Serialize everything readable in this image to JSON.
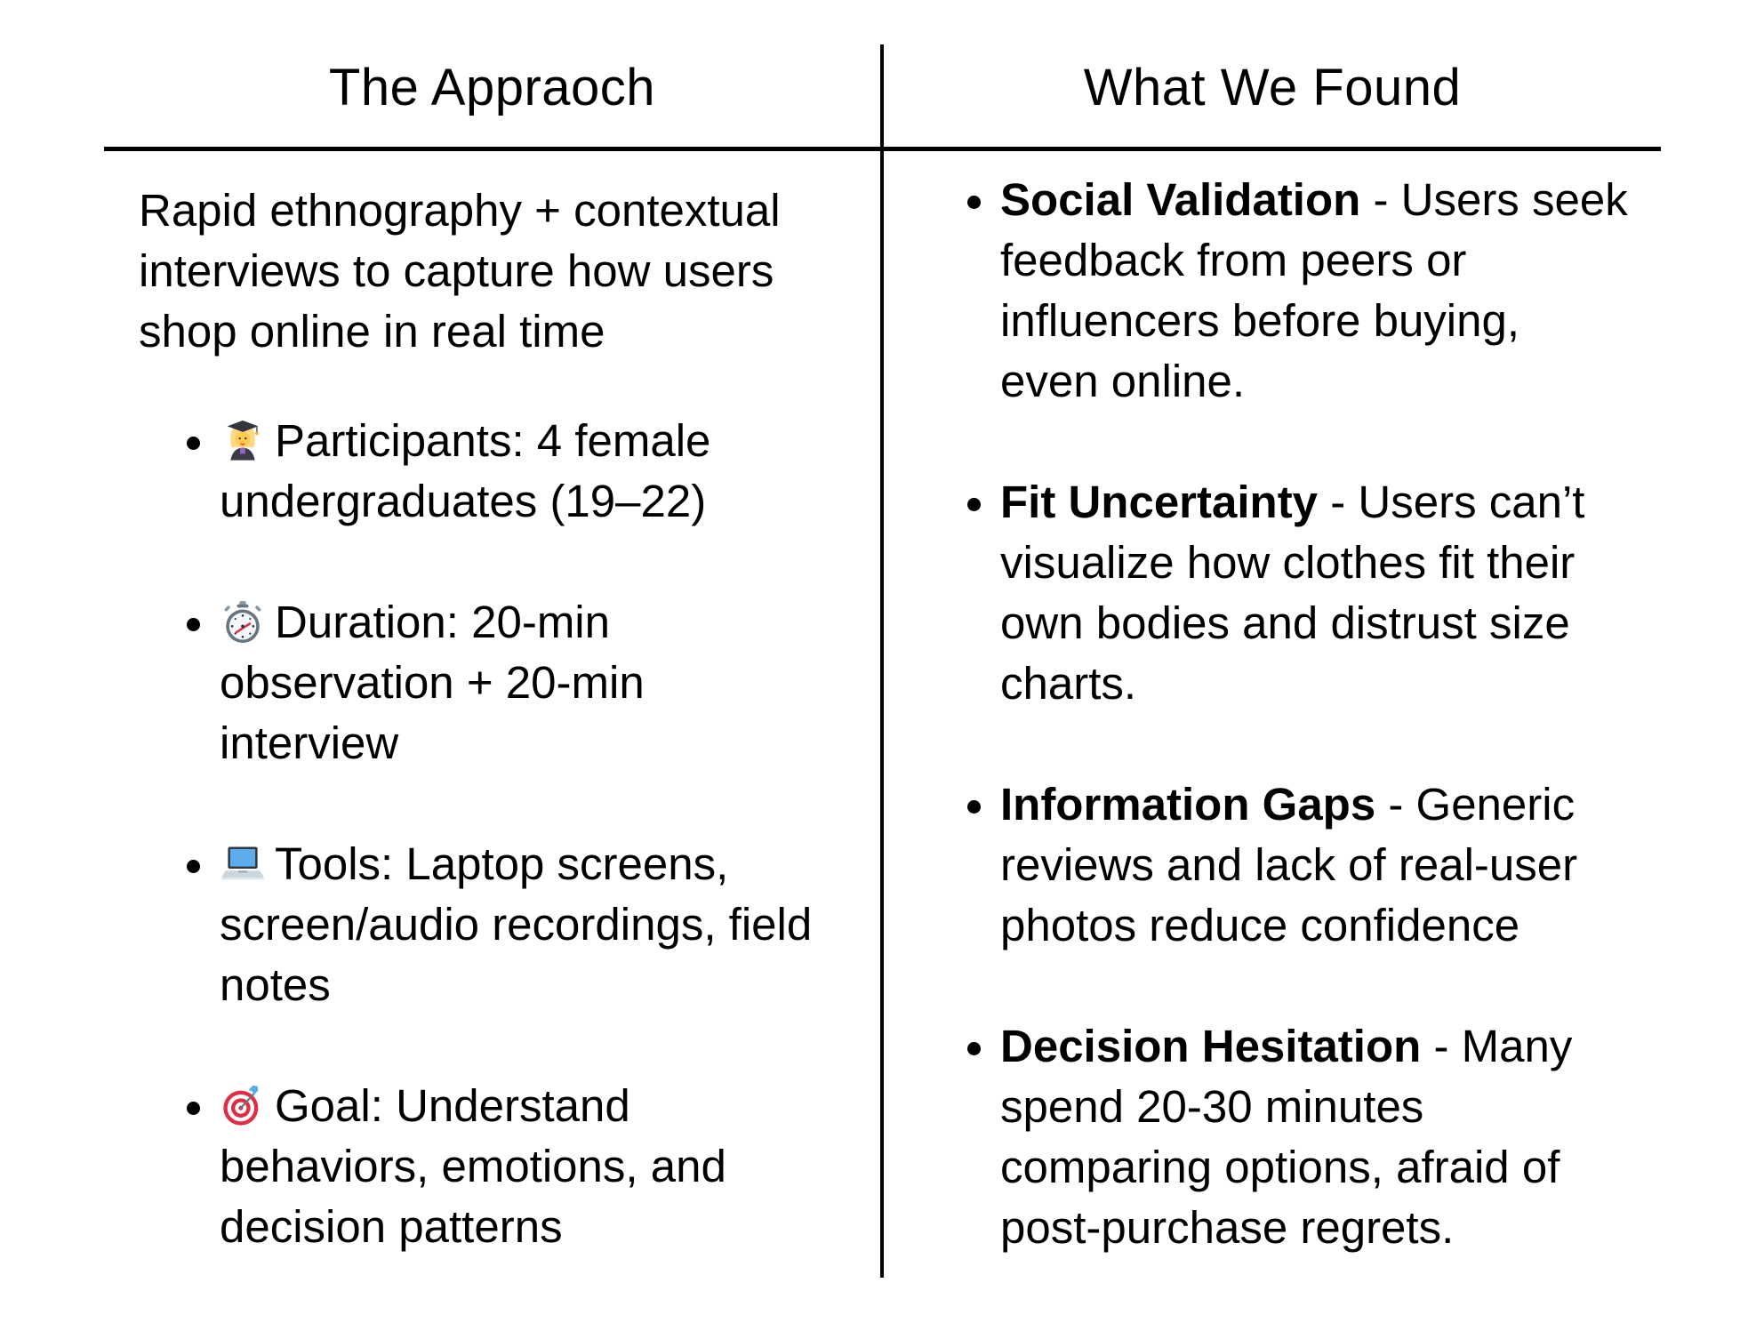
{
  "page": {
    "background": "#ffffff",
    "text_color": "#000000",
    "divider_color": "#000000"
  },
  "left_column": {
    "header": "The Appraoch",
    "intro": "Rapid ethnography + contextual\ninterviews to capture how users\nshop online in real time",
    "items": [
      {
        "icon": "woman-student-emoji",
        "text": "Participants: 4 female\nundergraduates (19–22)"
      },
      {
        "icon": "stopwatch-emoji",
        "text": "Duration: 20-min\nobservation + 20-min\ninterview"
      },
      {
        "icon": "laptop-emoji",
        "text": "Tools: Laptop screens,\nscreen/audio recordings, field\nnotes"
      },
      {
        "icon": "target-emoji",
        "text": "Goal: Understand\nbehaviors, emotions, and\ndecision patterns"
      }
    ]
  },
  "right_column": {
    "header": "What We Found",
    "items": [
      {
        "title": "Social Validation",
        "desc": "- Users seek\nfeedback from peers or\ninfluencers before buying,\neven online."
      },
      {
        "title": "Fit Uncertainty",
        "desc": "- Users can’t\nvisualize how clothes fit their\nown bodies and distrust size\ncharts."
      },
      {
        "title": "Information Gaps",
        "desc": "- Generic\nreviews and lack of real-user\nphotos reduce confidence"
      },
      {
        "title": "Decision Hesitation",
        "desc": "- Many\nspend 20-30 minutes\ncomparing options, afraid of\npost-purchase regrets."
      }
    ]
  }
}
